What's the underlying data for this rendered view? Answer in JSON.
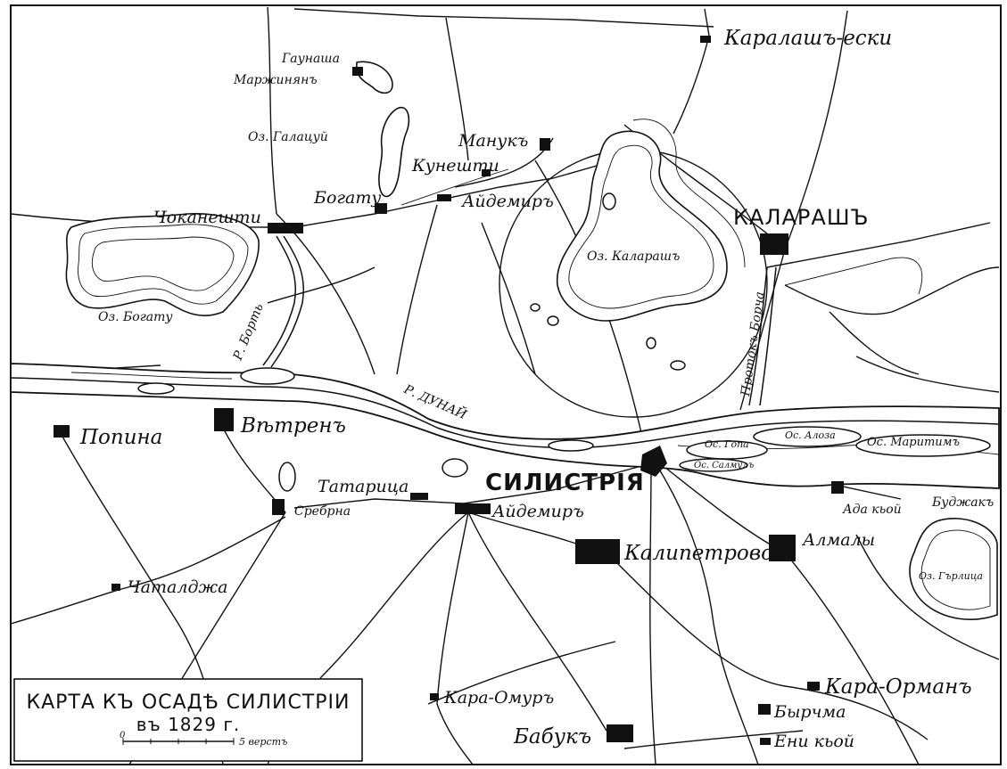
{
  "map": {
    "title_line1": "КАРТА КЪ ОСАДѢ СИЛИСТРІИ",
    "title_line2": "въ 1829 г.",
    "scale": {
      "zero": "0",
      "label": "5 верстъ"
    },
    "labels": {
      "karalash_eski": "Каралашъ-ески",
      "gaunasha": "Гаунаша",
      "marzhinyan": "Маржинянъ",
      "oz_galatsuy": "Оз. Галацуй",
      "manuk": "Манукъ",
      "kuneshti": "Кунешти",
      "bogatu": "Богату",
      "aydemir_n": "Айдемиръ",
      "kalarash": "КАЛАРАШЪ",
      "chokaneshti": "Чоканешти",
      "oz_kalarash": "Оз. Каларашъ",
      "oz_bogatu": "Оз. Богату",
      "r_bort": "Р. Борть",
      "protok_borcha": "Протокъ Борча",
      "r_dunay": "Р. ДУНАЙ",
      "popina": "Попина",
      "vetren": "Вѣтренъ",
      "tataritsa": "Татарица",
      "silistria": "СИЛИСТРІЯ",
      "ostr_gopa": "Ос. Гопа",
      "ostr_aloza": "Ос. Алоза",
      "ostr_salmu": "Ос. Салмулъ",
      "ostr_maritim": "Ос. Маритимъ",
      "srebrna": "Сребрна",
      "aydemir_s": "Айдемиръ",
      "ada_koy": "Ада кьой",
      "budzhak": "Буджакъ",
      "kalipetrovo": "Калипетрово",
      "almaly": "Алмалы",
      "oz_garlitsa": "Оз. Гърлица",
      "chatalzha": "Чаталджа",
      "kara_omur": "Кара-Омуръ",
      "kara_orman": "Кара-Орманъ",
      "byrchma": "Бырчма",
      "babuk": "Бабукъ",
      "eni_koy": "Ени кьой"
    }
  }
}
